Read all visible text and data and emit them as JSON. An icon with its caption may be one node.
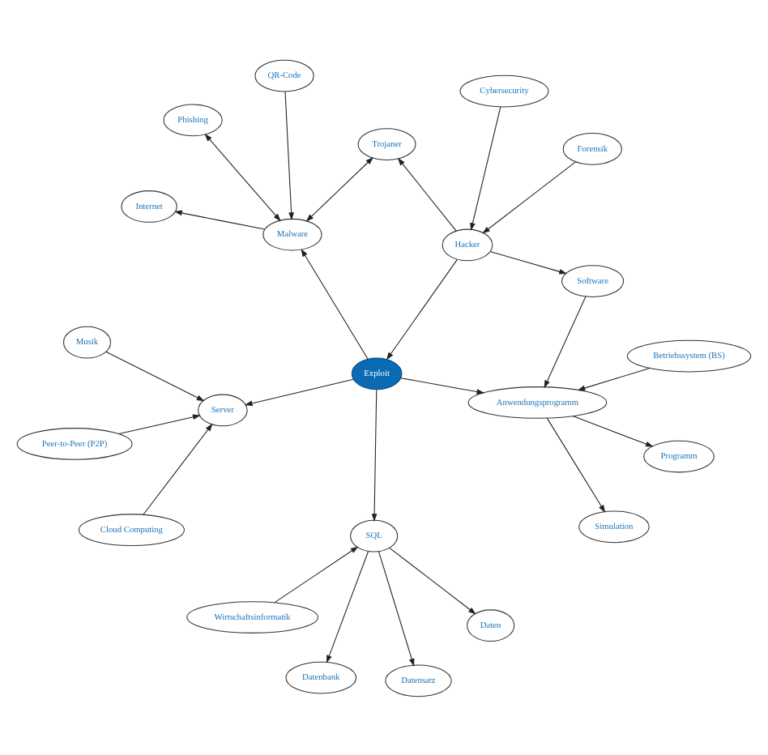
{
  "diagram": {
    "nodes": [
      {
        "text": [
          "Exploit"
        ]
      },
      {
        "text": [
          "Anwendungsprogramm"
        ]
      },
      {
        "text": [
          "Simulation"
        ]
      },
      {
        "text": [
          "Betriebssystem (BS)"
        ]
      },
      {
        "text": [
          "Programm"
        ]
      },
      {
        "text": [
          "Software"
        ]
      },
      {
        "text": [
          "Wirtschaftsinformatik"
        ]
      },
      {
        "text": [
          "Daten"
        ]
      },
      {
        "text": [
          "SQL"
        ]
      },
      {
        "text": [
          "Datensatz"
        ]
      },
      {
        "text": [
          "Datenbank"
        ]
      },
      {
        "text": [
          "Cybersecurity"
        ]
      },
      {
        "text": [
          "Hacker"
        ]
      },
      {
        "text": [
          "Forensik"
        ]
      },
      {
        "text": [
          "Trojaner"
        ]
      },
      {
        "text": [
          "Malware"
        ]
      },
      {
        "text": [
          "Server"
        ]
      },
      {
        "text": [
          "Musik"
        ]
      },
      {
        "text": [
          "Cloud Computing"
        ]
      },
      {
        "text": [
          "Peer-to-Peer (P2P)"
        ]
      },
      {
        "text": [
          "Phishing"
        ]
      },
      {
        "text": [
          "Internet"
        ]
      },
      {
        "text": [
          "QR-Code"
        ]
      }
    ],
    "edges": [
      {
        "from": 1,
        "to": 2,
        "arrow": "to"
      },
      {
        "from": 3,
        "to": 1,
        "arrow": "to"
      },
      {
        "from": 1,
        "to": 4,
        "arrow": "to"
      },
      {
        "from": 5,
        "to": 1,
        "arrow": "to"
      },
      {
        "from": 0,
        "to": 1,
        "arrow": "to"
      },
      {
        "from": 12,
        "to": 5,
        "arrow": "to"
      },
      {
        "from": 11,
        "to": 12,
        "arrow": "to"
      },
      {
        "from": 13,
        "to": 12,
        "arrow": "to"
      },
      {
        "from": 12,
        "to": 0,
        "arrow": "to"
      },
      {
        "from": 12,
        "to": 14,
        "arrow": "to"
      },
      {
        "from": 6,
        "to": 8,
        "arrow": "to"
      },
      {
        "from": 8,
        "to": 7,
        "arrow": "to"
      },
      {
        "from": 8,
        "to": 9,
        "arrow": "to"
      },
      {
        "from": 8,
        "to": 10,
        "arrow": "to"
      },
      {
        "from": 0,
        "to": 8,
        "arrow": "to"
      },
      {
        "from": 0,
        "to": 16,
        "arrow": "to"
      },
      {
        "from": 17,
        "to": 16,
        "arrow": "to"
      },
      {
        "from": 18,
        "to": 16,
        "arrow": "to"
      },
      {
        "from": 19,
        "to": 16,
        "arrow": "to"
      },
      {
        "from": 0,
        "to": 15,
        "arrow": "to"
      },
      {
        "from": 14,
        "to": 15,
        "arrow": "both"
      },
      {
        "from": 15,
        "to": 20,
        "arrow": "both"
      },
      {
        "from": 15,
        "to": 21,
        "arrow": "to"
      },
      {
        "from": 22,
        "to": 15,
        "arrow": "to"
      }
    ]
  }
}
